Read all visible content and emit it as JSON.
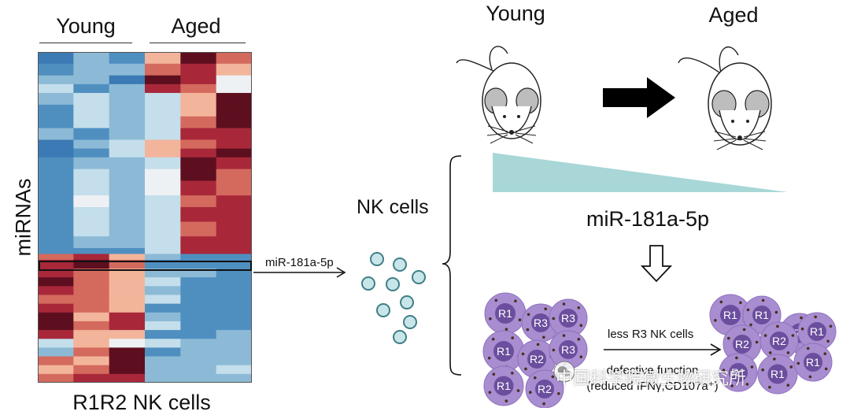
{
  "heatmap": {
    "group_left": "Young",
    "group_right": "Aged",
    "y_label": "miRNAs",
    "x_label": "R1R2 NK cells",
    "row_highlight_label": "miR-181a-5p"
  },
  "schematic": {
    "young_label": "Young",
    "aged_label": "Aged",
    "nk_cells_label": "NK cells",
    "mir_label": "miR-181a-5p",
    "transition_label": "less R3 NK cells",
    "function_label_line1": "defective function",
    "function_label_line2": "(reduced IFNγ,CD107a⁺)",
    "cell_types": [
      "R1",
      "R2",
      "R3"
    ],
    "watermark": "中国科学院微生物研究所"
  },
  "colors": {
    "dark_red": "#5e0f1f",
    "red": "#a8283a",
    "salmon": "#d46a5e",
    "peach": "#f2b59b",
    "light": "#eef1f4",
    "light_blue": "#c4deeb",
    "mid_blue": "#8cbad6",
    "blue": "#4f8fc0",
    "deep_blue": "#3b7ab4",
    "teal_triangle": "#a9d7d7",
    "nk_dot": "#c8e6ea",
    "cell_purple": "#a98dd1",
    "nucleus": "#6b4e9d"
  }
}
